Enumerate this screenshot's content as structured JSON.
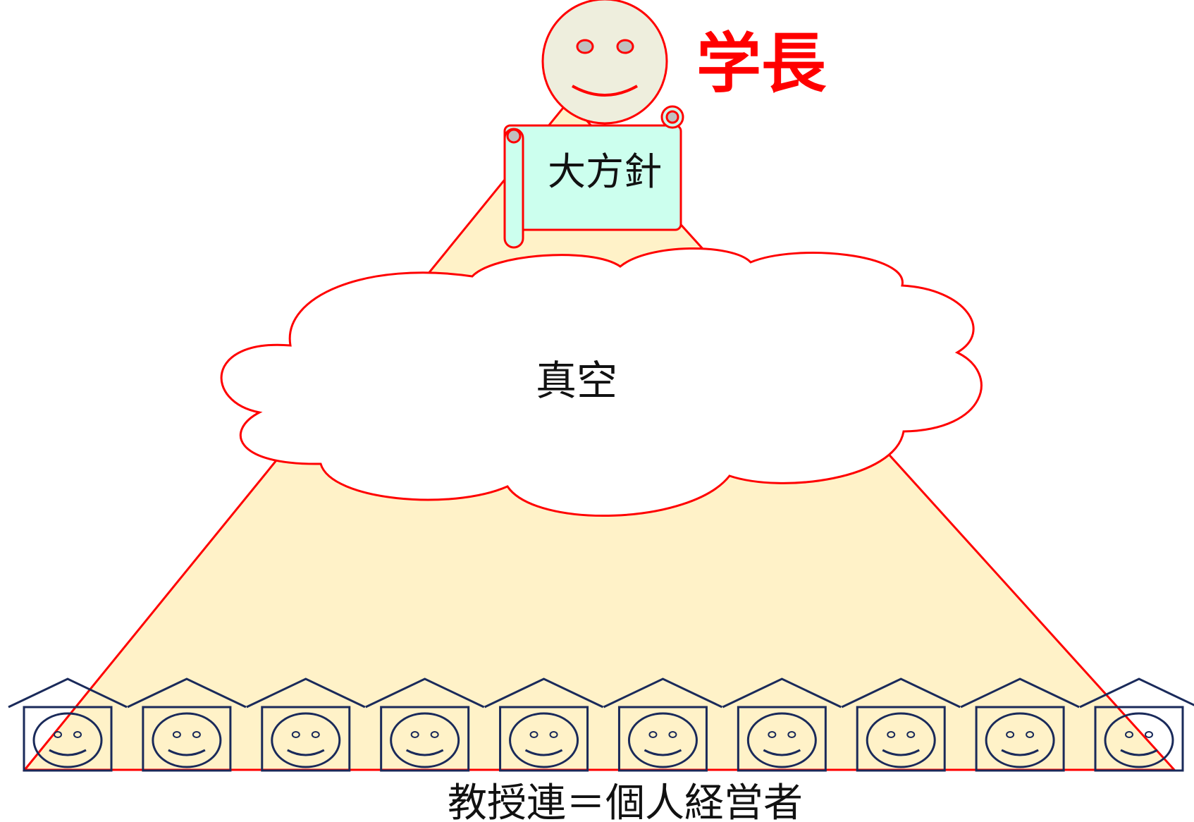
{
  "labels": {
    "president": "学長",
    "policy": "大方針",
    "vacuum": "真空",
    "professors": "教授連＝個人経営者"
  },
  "houses_count": 10,
  "colors": {
    "outline_red": "#ff0000",
    "pyramid_fill": "#fff2c8",
    "head_fill": "#eeeedd",
    "eye_fill": "#c0c0c0",
    "scroll_fill": "#ccffee",
    "house_stroke": "#1a2a5a",
    "text_dark": "#111111",
    "white": "#ffffff"
  }
}
